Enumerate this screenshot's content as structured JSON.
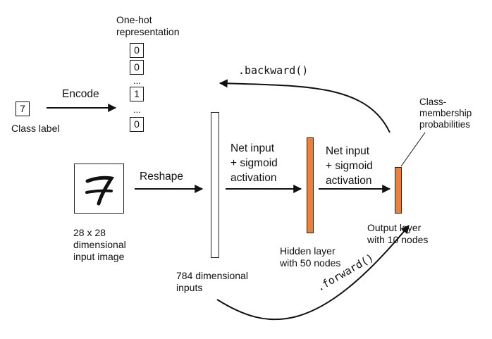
{
  "one_hot": {
    "title_line1": "One-hot",
    "title_line2": "representation",
    "cells": [
      "0",
      "0",
      "1",
      "0"
    ],
    "ellipsis": "..."
  },
  "class_label": {
    "value": "7",
    "caption": "Class label"
  },
  "encode_label": "Encode",
  "backward_label": ".backward()",
  "forward_label": ".forward()",
  "reshape_label": "Reshape",
  "input_image": {
    "caption_line1": "28 x 28",
    "caption_line2": "dimensional",
    "caption_line3": "input image"
  },
  "input_layer": {
    "caption_line1": "784 dimensional",
    "caption_line2": "inputs"
  },
  "net_input_1": {
    "line1": "Net input",
    "line2": "+ sigmoid",
    "line3": "activation"
  },
  "net_input_2": {
    "line1": "Net input",
    "line2": "+ sigmoid",
    "line3": "activation"
  },
  "hidden_layer": {
    "caption_line1": "Hidden layer",
    "caption_line2": "with 50 nodes"
  },
  "output_layer": {
    "caption_line1": "Output layer",
    "caption_line2": "with 10 nodes"
  },
  "class_membership": {
    "line1": "Class-",
    "line2": "membership",
    "line3": "probabilities"
  },
  "colors": {
    "layer_fill": "#ee7f38",
    "stroke": "#111111"
  }
}
